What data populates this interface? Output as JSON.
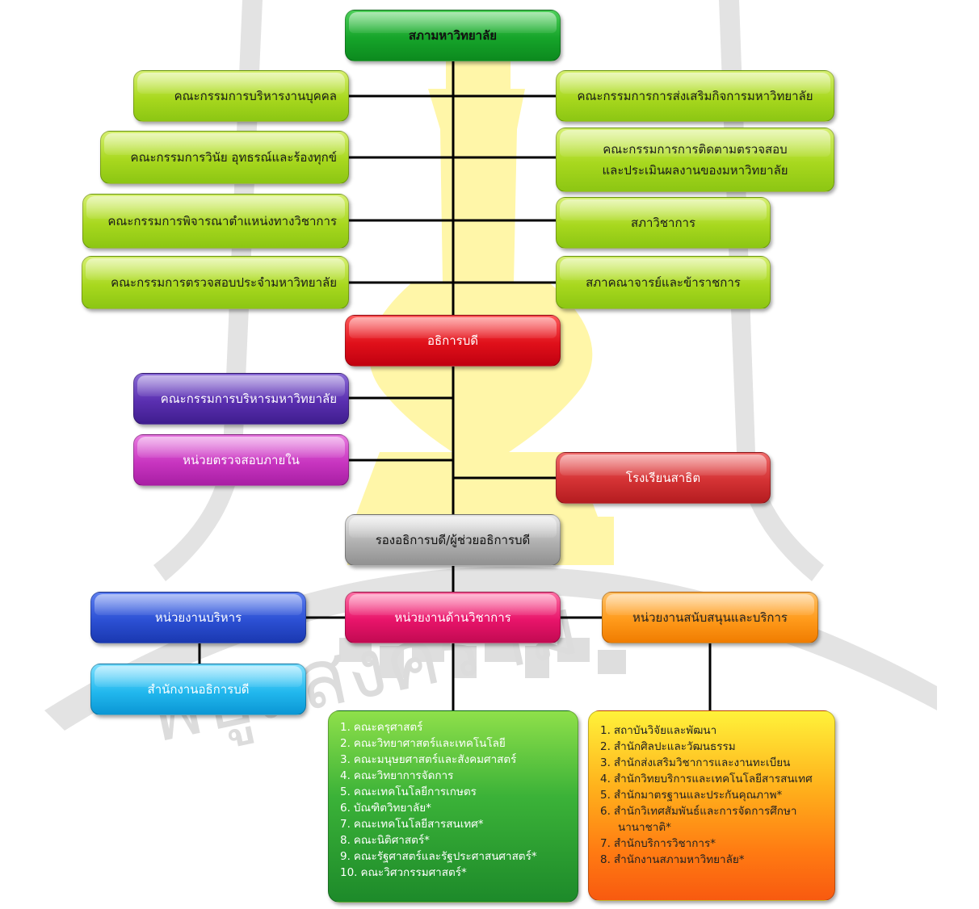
{
  "top": {
    "council": "สภามหาวิทยาลัย"
  },
  "left_committees": [
    "คณะกรรมการบริหารงานบุคคล",
    "คณะกรรมการวินัย อุทธรณ์และร้องทุกข์",
    "คณะกรรมการพิจารณาตำแหน่งทางวิชาการ",
    "คณะกรรมการตรวจสอบประจำมหาวิทยาลัย"
  ],
  "right_committees": [
    "คณะกรรมการการส่งเสริมกิจการมหาวิทยาลัย",
    "คณะกรรมการการติดตามตรวจสอบ",
    "และประเมินผลงานของมหาวิทยาลัย",
    "สภาวิชาการ",
    "สภาคณาจารย์และข้าราชการ"
  ],
  "president": "อธิการบดี",
  "exec_committee": "คณะกรรมการบริหารมหาวิทยาลัย",
  "internal_audit": "หน่วยตรวจสอบภายใน",
  "demo_school": "โรงเรียนสาธิต",
  "vice_presidents": "รองอธิการบดี/ผู้ช่วยอธิการบดี",
  "admin_unit": "หน่วยงานบริหาร",
  "president_office": "สำนักงานอธิการบดี",
  "academic_unit": "หน่วยงานด้านวิชาการ",
  "support_unit": "หน่วยงานสนับสนุนและบริการ",
  "academic_list": [
    {
      "num": "1.",
      "text": "คณะครุศาสตร์"
    },
    {
      "num": "2.",
      "text": "คณะวิทยาศาสตร์และเทคโนโลยี"
    },
    {
      "num": "3.",
      "text": "คณะมนุษยศาสตร์และสังคมศาสตร์"
    },
    {
      "num": "4.",
      "text": "คณะวิทยาการจัดการ"
    },
    {
      "num": "5.",
      "text": "คณะเทคโนโลยีการเกษตร"
    },
    {
      "num": "6.",
      "text": "บัณฑิตวิทยาลัย*"
    },
    {
      "num": "7.",
      "text": "คณะเทคโนโลยีสารสนเทศ*"
    },
    {
      "num": "8.",
      "text": "คณะนิติศาสตร์*"
    },
    {
      "num": "9.",
      "text": "คณะรัฐศาสตร์และรัฐประศาสนศาสตร์*"
    },
    {
      "num": "10.",
      "text": "คณะวิศวกรรมศาสตร์*"
    }
  ],
  "support_list": [
    {
      "num": "1.",
      "text": "สถาบันวิจัยและพัฒนา"
    },
    {
      "num": "2.",
      "text": "สำนักศิลปะและวัฒนธรรม"
    },
    {
      "num": "3.",
      "text": "สำนักส่งเสริมวิชาการและงานทะเบียน"
    },
    {
      "num": "4.",
      "text": "สำนักวิทยบริการและเทคโนโลยีสารสนเทศ"
    },
    {
      "num": "5.",
      "text": "สำนักมาตรฐานและประกันคุณภาพ*"
    },
    {
      "num": "6.",
      "text": "สำนักวิเทศสัมพันธ์และการจัดการศึกษา"
    },
    {
      "num": "",
      "text": "นานาชาติ*"
    },
    {
      "num": "7.",
      "text": "สำนักบริการวิชาการ*"
    },
    {
      "num": "8.",
      "text": "สำนักงานสภามหาวิทยาลัย*"
    }
  ],
  "watermark": {
    "text": "พิบูลสงคราม"
  },
  "colors": {
    "line": "#000000",
    "watermark": "#dcdcdc",
    "emblem": "#fff7b0"
  }
}
